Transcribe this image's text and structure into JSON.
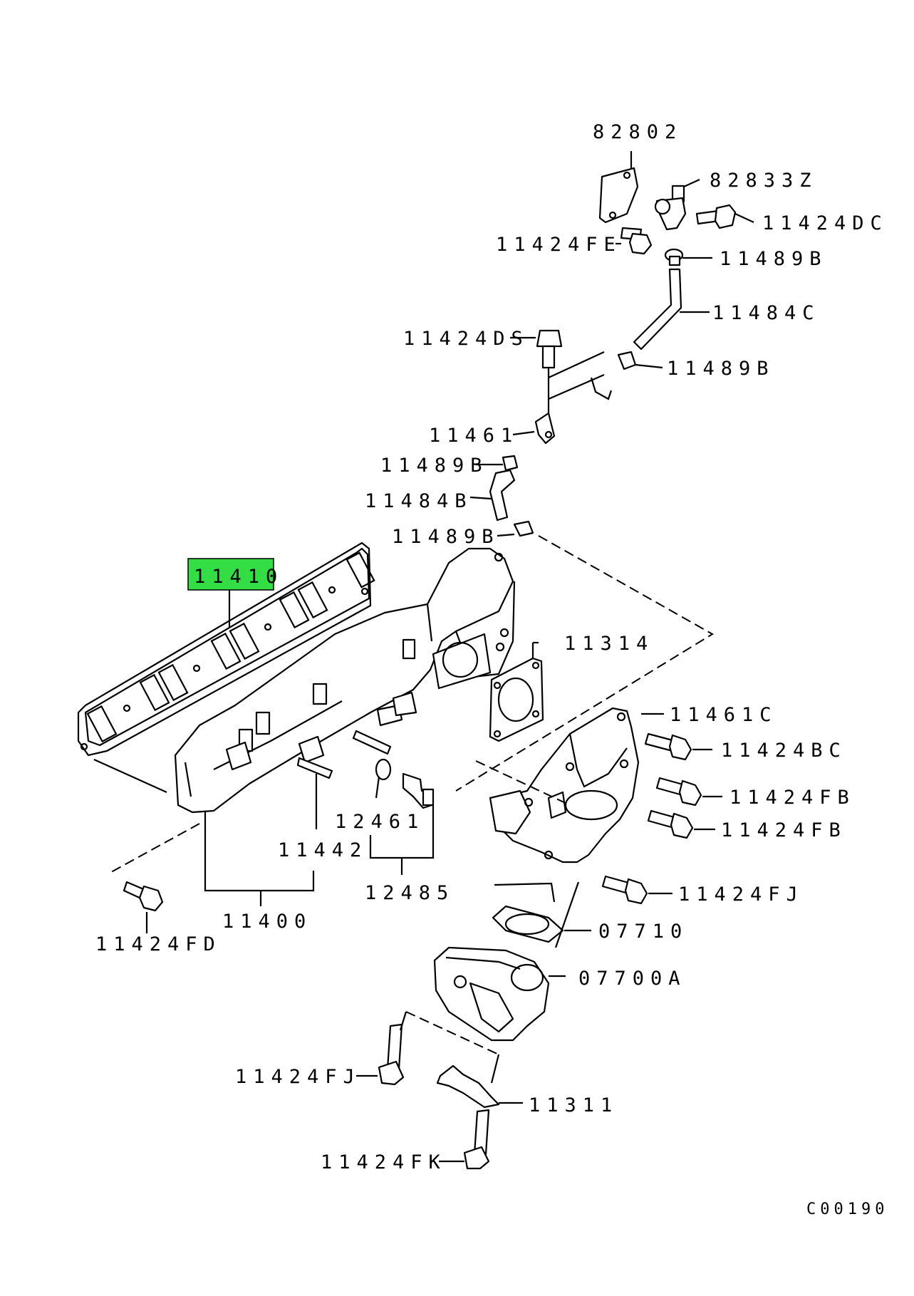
{
  "labels": {
    "p_82802": "82802",
    "p_82833z": "82833Z",
    "p_11424dc": "11424DC",
    "p_11424fe": "11424FE",
    "p_11489b_1": "11489B",
    "p_11484c": "11484C",
    "p_11424ds": "11424DS",
    "p_11489b_2": "11489B",
    "p_11461": "11461",
    "p_11489b_3": "11489B",
    "p_11484b": "11484B",
    "p_11489b_4": "11489B",
    "p_11410": "11410",
    "p_11314": "11314",
    "p_11461c": "11461C",
    "p_11424bc": "11424BC",
    "p_11424fb_1": "11424FB",
    "p_11424fb_2": "11424FB",
    "p_12461": "12461",
    "p_11442": "11442",
    "p_12485": "12485",
    "p_11424fj_1": "11424FJ",
    "p_11400": "11400",
    "p_11424fd": "11424FD",
    "p_07710": "07710",
    "p_07700a": "07700A",
    "p_11424fj_2": "11424FJ",
    "p_11311": "11311",
    "p_11424fk": "11424FK",
    "diagram_code": "C00190"
  },
  "colors": {
    "highlight": "#33dd44",
    "ink": "#000000",
    "background": "#ffffff"
  }
}
